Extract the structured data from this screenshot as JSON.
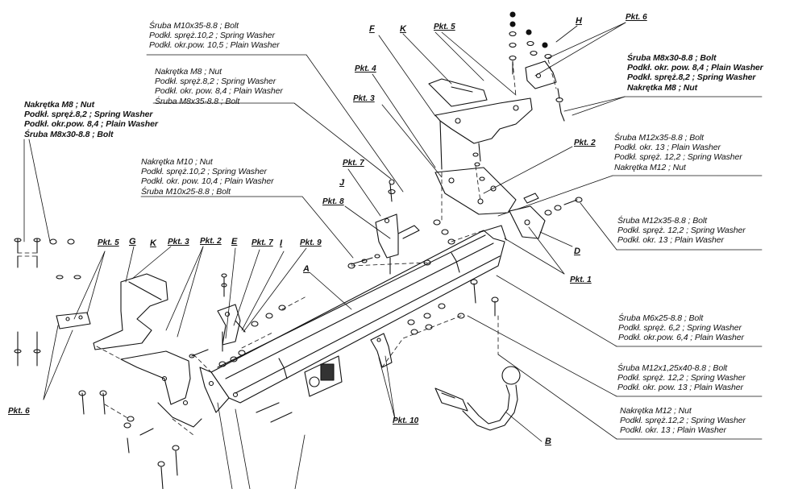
{
  "diagram": {
    "notes": {
      "n1": [
        "Śruba M10x35-8.8 ;  Bolt",
        "Podkł. spręż.10,2 ; Spring Washer",
        "Podkł. okr.pow. 10,5 ; Plain Washer"
      ],
      "n2": [
        "Nakrętka  M8 ; Nut",
        "Podkł. spręż.8,2 ; Spring Washer",
        "Podkł. okr. pow. 8,4 ; Plain Washer",
        "Śruba M8x35-8.8 ;  Bolt"
      ],
      "n3": [
        "Nakrętka  M8 ; Nut",
        "Podkł. spręż.8,2 ; Spring Washer",
        "Podkł. okr.pow. 8,4 ; Plain Washer",
        "Śruba M8x30-8.8 ;  Bolt"
      ],
      "n4": [
        "Nakrętka  M10 ; Nut",
        "Podkł. spręż.10,2 ; Spring Washer",
        "Podkł. okr. pow. 10,4 ; Plain Washer",
        "Śruba M10x25-8.8 ;  Bolt"
      ],
      "n5": [
        "Śruba M8x30-8.8 ;  Bolt",
        "Podkł. okr. pow. 8,4 ; Plain Washer",
        "Podkł. spręż.8,2 ; Spring Washer",
        "Nakrętka  M8 ; Nut"
      ],
      "n6": [
        "Śruba M12x35-8.8 ;  Bolt",
        "Podkł. okr. 13 ; Plain Washer",
        "Podkł. spręż. 12,2 ; Spring Washer",
        "Nakrętka  M12 ; Nut"
      ],
      "n7": [
        "Śruba M12x35-8.8 ;  Bolt",
        "Podkł. spręż. 12,2 ; Spring Washer",
        "Podkł. okr. 13 ; Plain Washer"
      ],
      "n8": [
        "Śruba M6x25-8.8 ;  Bolt",
        "Podkł. spręż. 6,2 ; Spring Washer",
        "Podkł. okr.pow. 6,4 ; Plain Washer"
      ],
      "n9": [
        "Śruba M12x1,25x40-8.8 ;  Bolt",
        "Podkł. spręż. 12,2 ; Spring Washer",
        "Podkł. okr. pow. 13 ; Plain Washer"
      ],
      "n10": [
        "Nakrętka  M12 ; Nut",
        "Podkł. spręż.12,2 ; Spring Washer",
        "Podkł. okr. 13 ; Plain Washer"
      ]
    },
    "tags": {
      "pkt5_top": "Pkt. 5",
      "pkt6_top": "Pkt. 6",
      "pkt4": "Pkt. 4",
      "pkt3_top": "Pkt. 3",
      "pkt2_right": "Pkt. 2",
      "pkt7_mid": "Pkt. 7",
      "pkt8": "Pkt. 8",
      "pkt1": "Pkt. 1",
      "pkt5_left": "Pkt. 5",
      "pkt3_left": "Pkt. 3",
      "pkt2_left": "Pkt. 2",
      "pkt7_left": "Pkt. 7",
      "pkt9": "Pkt. 9",
      "pkt6_left": "Pkt. 6",
      "pkt10": "Pkt. 10"
    },
    "letters": {
      "F": "F",
      "K_top": "K",
      "H": "H",
      "J": "J",
      "D": "D",
      "G": "G",
      "K_left": "K",
      "E": "E",
      "I": "I",
      "A": "A",
      "B": "B"
    }
  }
}
